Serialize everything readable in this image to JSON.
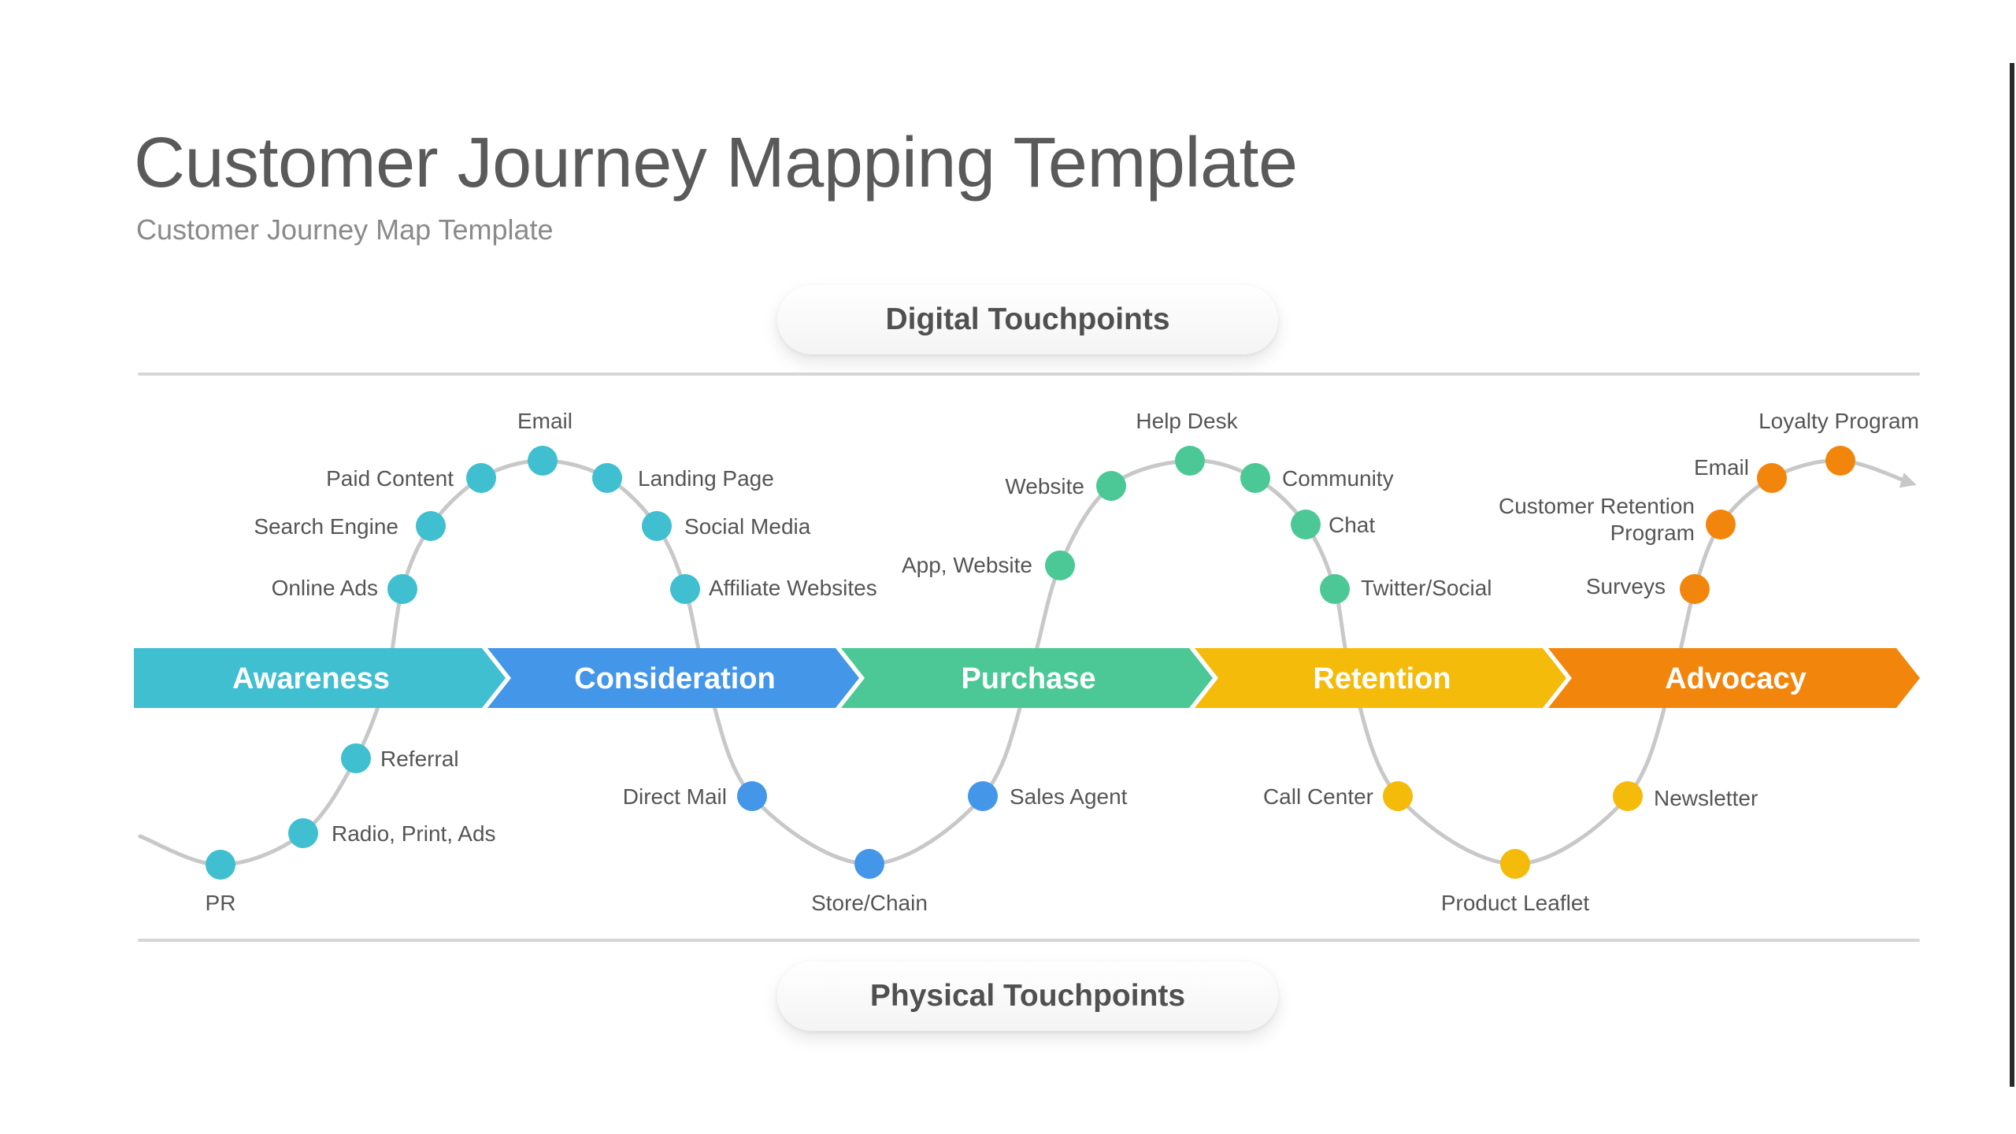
{
  "header": {
    "title": "Customer Journey Mapping Template",
    "subtitle": "Customer Journey Map Template"
  },
  "sections": {
    "digital_label": "Digital Touchpoints",
    "physical_label": "Physical Touchpoints"
  },
  "colors": {
    "awareness": "#3fbfd0",
    "consideration": "#4396e8",
    "purchase": "#4cc896",
    "retention": "#f4bb0b",
    "advocacy": "#f2860c",
    "curve": "#c8c8c8",
    "label_text": "#555555"
  },
  "stages": [
    {
      "id": "awareness",
      "label": "Awareness"
    },
    {
      "id": "consideration",
      "label": "Consideration"
    },
    {
      "id": "purchase",
      "label": "Purchase"
    },
    {
      "id": "retention",
      "label": "Retention"
    },
    {
      "id": "advocacy",
      "label": "Advocacy"
    }
  ],
  "touchpoints": [
    {
      "label": "PR",
      "stage": "awareness",
      "track": "physical"
    },
    {
      "label": "Radio, Print, Ads",
      "stage": "awareness",
      "track": "physical"
    },
    {
      "label": "Referral",
      "stage": "awareness",
      "track": "physical"
    },
    {
      "label": "Online Ads",
      "stage": "awareness",
      "track": "digital"
    },
    {
      "label": "Search Engine",
      "stage": "awareness",
      "track": "digital"
    },
    {
      "label": "Paid Content",
      "stage": "awareness",
      "track": "digital"
    },
    {
      "label": "Email",
      "stage": "awareness",
      "track": "digital"
    },
    {
      "label": "Landing Page",
      "stage": "awareness",
      "track": "digital"
    },
    {
      "label": "Social Media",
      "stage": "awareness",
      "track": "digital"
    },
    {
      "label": "Affiliate Websites",
      "stage": "awareness",
      "track": "digital"
    },
    {
      "label": "Direct Mail",
      "stage": "consideration",
      "track": "physical"
    },
    {
      "label": "Store/Chain",
      "stage": "consideration",
      "track": "physical"
    },
    {
      "label": "Sales Agent",
      "stage": "consideration",
      "track": "physical"
    },
    {
      "label": "App, Website",
      "stage": "purchase",
      "track": "digital"
    },
    {
      "label": "Website",
      "stage": "purchase",
      "track": "digital"
    },
    {
      "label": "Help Desk",
      "stage": "purchase",
      "track": "digital"
    },
    {
      "label": "Community",
      "stage": "purchase",
      "track": "digital"
    },
    {
      "label": "Chat",
      "stage": "purchase",
      "track": "digital"
    },
    {
      "label": "Twitter/Social",
      "stage": "purchase",
      "track": "digital"
    },
    {
      "label": "Call Center",
      "stage": "retention",
      "track": "physical"
    },
    {
      "label": "Product Leaflet",
      "stage": "retention",
      "track": "physical"
    },
    {
      "label": "Newsletter",
      "stage": "retention",
      "track": "physical"
    },
    {
      "label": "Surveys",
      "stage": "advocacy",
      "track": "digital"
    },
    {
      "label": "Customer Retention Program",
      "stage": "advocacy",
      "track": "digital",
      "lines": [
        "Customer Retention",
        "Program"
      ]
    },
    {
      "label": "Email",
      "stage": "advocacy",
      "track": "digital"
    },
    {
      "label": "Loyalty Program",
      "stage": "advocacy",
      "track": "digital"
    }
  ]
}
